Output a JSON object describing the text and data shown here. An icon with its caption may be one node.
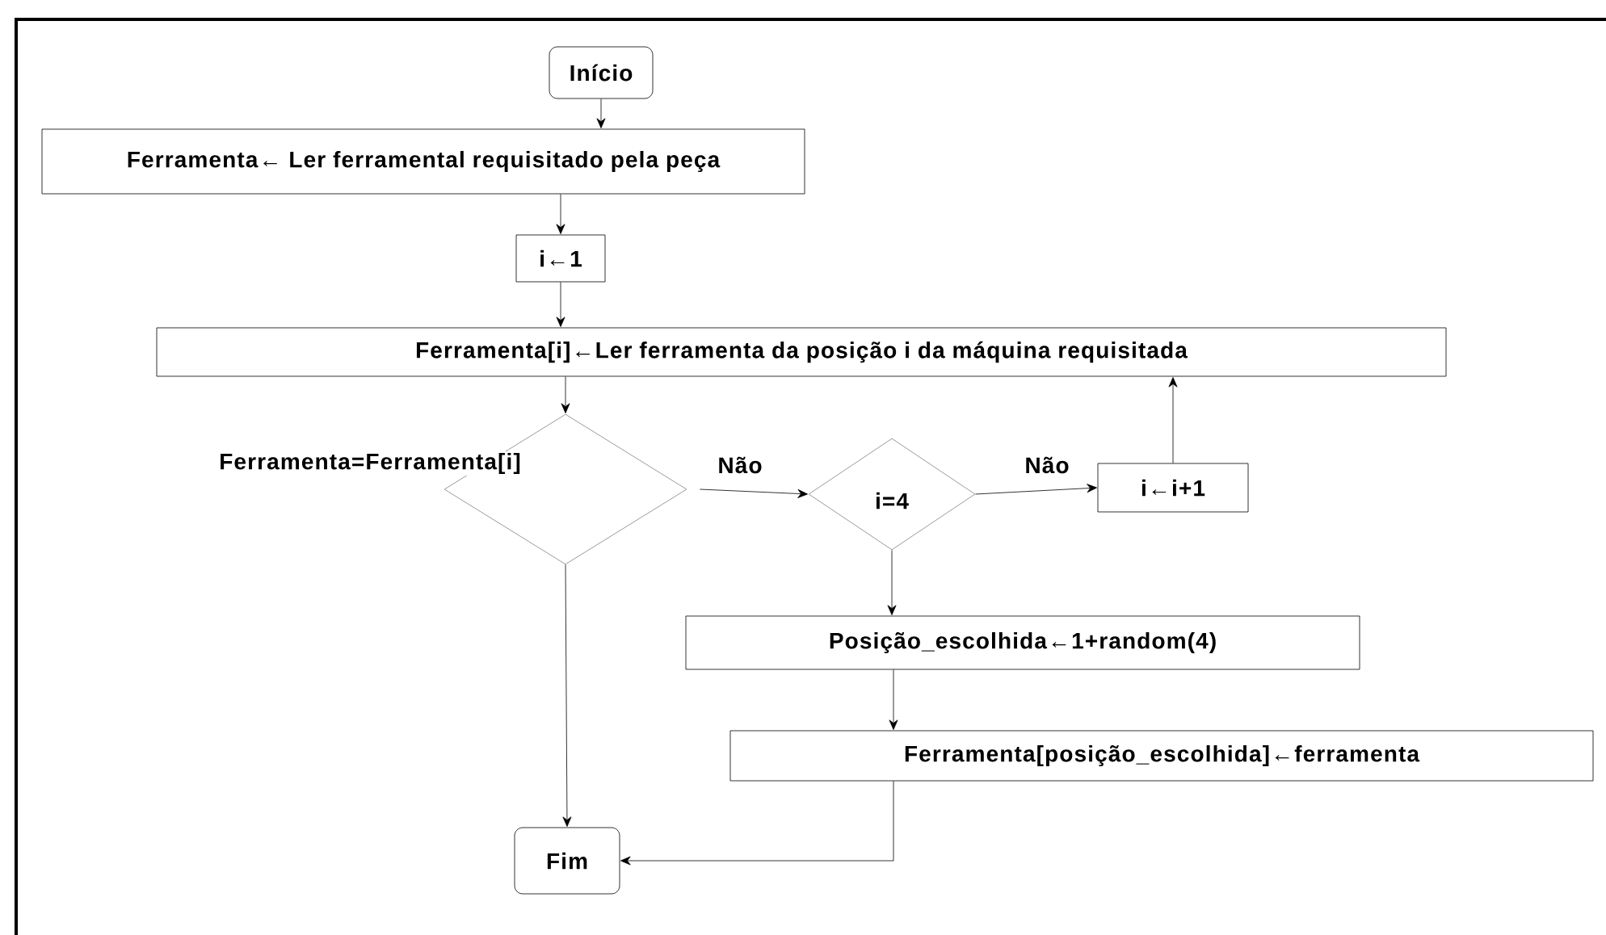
{
  "diagram": {
    "nodes": [
      {
        "text": [
          "Início"
        ]
      },
      {
        "text": [
          "Ferramenta← Ler ferramental requisitado pela peça"
        ]
      },
      {
        "text": [
          "i←1"
        ]
      },
      {
        "text": [
          "Ferramenta[i]←Ler ferramenta da posição i da máquina requisitada"
        ]
      },
      {
        "text": [
          "Ferramenta=Ferramenta[i]"
        ]
      },
      {
        "text": [
          "i=4"
        ]
      },
      {
        "text": [
          "i←i+1"
        ]
      },
      {
        "text": [
          "Posição_escolhida←1+random(4)"
        ]
      },
      {
        "text": [
          "Ferramenta[posição_escolhida]←ferramenta"
        ]
      },
      {
        "text": [
          "Fim"
        ]
      }
    ],
    "edges": [
      {
        "from": 0,
        "to": 1,
        "arrow": "to"
      },
      {
        "from": 1,
        "to": 2,
        "arrow": "to"
      },
      {
        "from": 2,
        "to": 3,
        "arrow": "to"
      },
      {
        "from": 3,
        "to": 4,
        "arrow": "to"
      },
      {
        "from": 4,
        "to": 5,
        "arrow": "to",
        "label": "Não"
      },
      {
        "from": 5,
        "to": 6,
        "arrow": "to",
        "label": "Não"
      },
      {
        "from": 6,
        "to": 3,
        "arrow": "to"
      },
      {
        "from": 5,
        "to": 7,
        "arrow": "to"
      },
      {
        "from": 7,
        "to": 8,
        "arrow": "to"
      },
      {
        "from": 8,
        "to": 9,
        "arrow": "to"
      },
      {
        "from": 4,
        "to": 9,
        "arrow": "to"
      }
    ]
  }
}
